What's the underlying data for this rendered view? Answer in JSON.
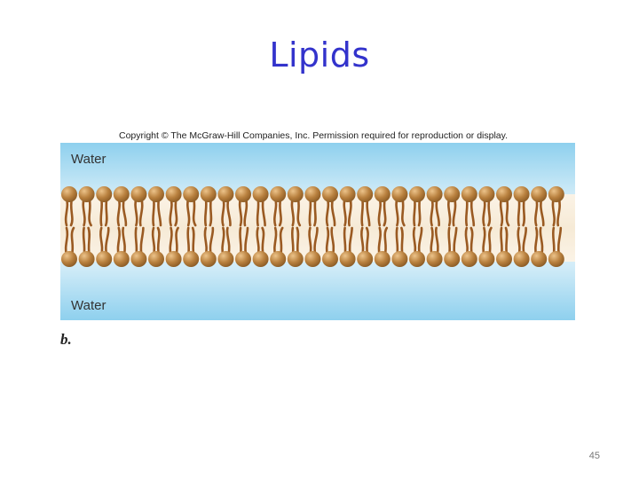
{
  "slide": {
    "title": "Lipids",
    "page_number": "45"
  },
  "figure": {
    "copyright": "Copyright © The McGraw-Hill Companies, Inc. Permission required for reproduction or display.",
    "label_top": "Water",
    "label_bottom": "Water",
    "panel_label": "b.",
    "colors": {
      "water_light": "#eaf6fc",
      "water_dark": "#8fd0ee",
      "head": "#b07a3a",
      "head_highlight": "#e2b777",
      "tail": "#9a5a22"
    }
  }
}
